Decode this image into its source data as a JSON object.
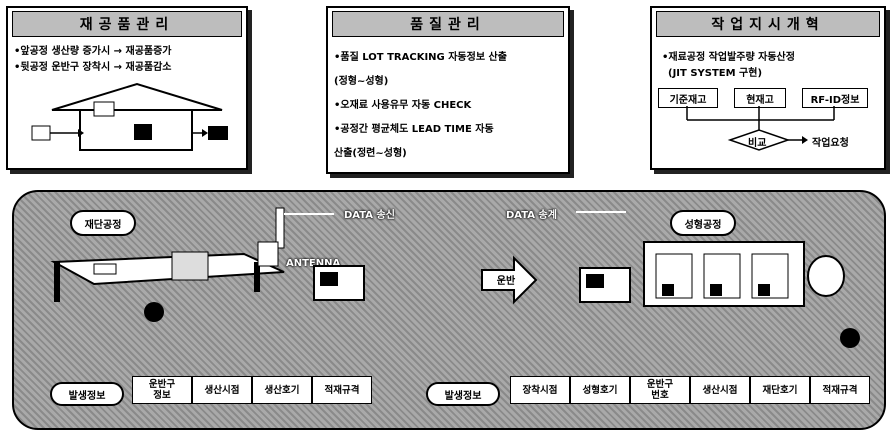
{
  "panel1": {
    "title": "재공품관리",
    "lines": [
      "•앞공정 생산량 증가시 → 재공품증가",
      "•뒷공정 운반구 장착시 → 재공품감소"
    ]
  },
  "panel2": {
    "title": "품질관리",
    "lines": [
      "•품질 LOT TRACKING 자동정보 산출",
      "(정형~성형)",
      "•오재료 사용유무 자동 CHECK",
      "•공정간 평균체도 LEAD TIME 자동",
      "산출(정련~성형)"
    ]
  },
  "panel3": {
    "title": "작업지시개혁",
    "lines": [
      "•재료공정 작업발주량 자동산정",
      "(JIT SYSTEM 구현)"
    ],
    "boxes": [
      "기준재고",
      "현재고",
      "RF-ID정보"
    ],
    "compare": "비교",
    "result": "작업요청"
  },
  "process": {
    "left_process": "재단공정",
    "right_process": "성형공정",
    "data_send": "DATA 송신",
    "data_receive": "DATA 송계",
    "antenna": "ANTENNA",
    "transport": "운반",
    "origin_left": "발생정보",
    "origin_right": "발생정보",
    "left_cells": [
      "운반구\n정보",
      "생산시점",
      "생산호기",
      "적재규격"
    ],
    "right_cells": [
      "장착시점",
      "성형호기",
      "운반구\n번호",
      "생산시점",
      "재단호기",
      "적재규격"
    ]
  }
}
